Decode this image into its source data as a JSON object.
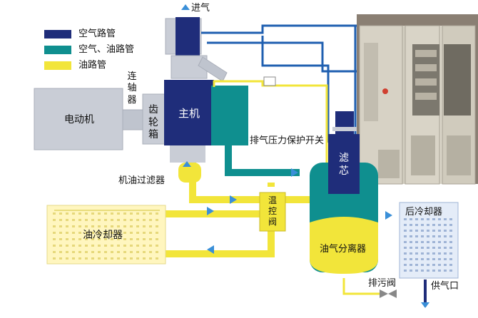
{
  "legend": [
    {
      "label": "空气路管",
      "color": "#1f2d7a"
    },
    {
      "label": "空气、油路管",
      "color": "#0f8f8f"
    },
    {
      "label": "油路管",
      "color": "#f2e53a"
    }
  ],
  "labels": {
    "air_inlet": "进气",
    "coupling": "连轴器",
    "motor": "电动机",
    "gearbox": "齿轮箱",
    "main_unit": "主机",
    "pressure_switch": "排气压力保护开关",
    "oil_filter": "机油过滤器",
    "filter_core": "滤芯",
    "thermo_valve": "温控阀",
    "oil_cooler": "油冷却器",
    "separator": "油气分离器",
    "drain_valve": "排污阀",
    "after_cooler": "后冷却器",
    "air_outlet": "供气口"
  },
  "colors": {
    "air_pipe": "#1f2d7a",
    "air_oil_pipe": "#0f8f8f",
    "oil_pipe": "#f2e53a",
    "flow_arrow": "#3a8fd8",
    "machine_gray": "#c9cdd6"
  }
}
